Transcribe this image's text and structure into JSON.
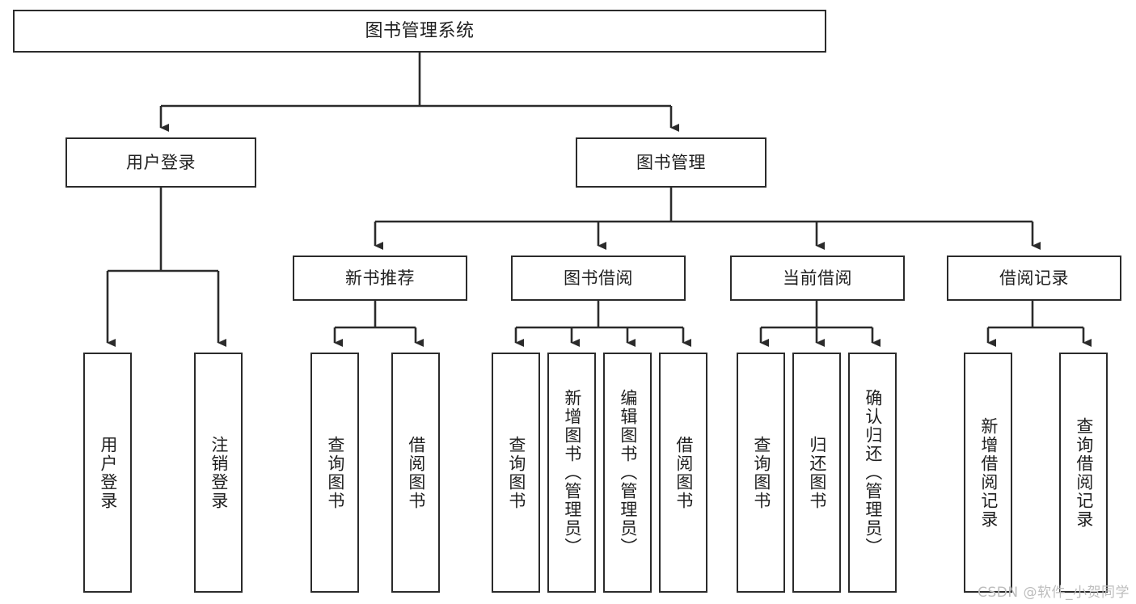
{
  "diagram": {
    "title": "图书管理系统",
    "type": "tree",
    "root": {
      "label": "图书管理系统"
    },
    "level1": [
      {
        "label": "用户登录"
      },
      {
        "label": "图书管理"
      }
    ],
    "level2": [
      {
        "label": "新书推荐",
        "parent": "图书管理"
      },
      {
        "label": "图书借阅",
        "parent": "图书管理"
      },
      {
        "label": "当前借阅",
        "parent": "图书管理"
      },
      {
        "label": "借阅记录",
        "parent": "图书管理"
      }
    ],
    "leaves": {
      "user_login": [
        {
          "label": "用户登录"
        },
        {
          "label": "注销登录"
        }
      ],
      "new_book_recommend": [
        {
          "label": "查询图书"
        },
        {
          "label": "借阅图书"
        }
      ],
      "book_borrow": [
        {
          "label": "查询图书"
        },
        {
          "label": "新增图书（管理员）"
        },
        {
          "label": "编辑图书（管理员）"
        },
        {
          "label": "借阅图书"
        }
      ],
      "current_borrow": [
        {
          "label": "查询图书"
        },
        {
          "label": "归还图书"
        },
        {
          "label": "确认归还（管理员）"
        }
      ],
      "borrow_record": [
        {
          "label": "新增借阅记录"
        },
        {
          "label": "查询借阅记录"
        }
      ]
    }
  },
  "watermark": {
    "text": "CSDN @软件_小贺同学"
  },
  "colors": {
    "stroke": "#2b2b2b",
    "fill": "#ffffff",
    "text": "#1f1f1f",
    "watermark": "#bdbdbd"
  }
}
